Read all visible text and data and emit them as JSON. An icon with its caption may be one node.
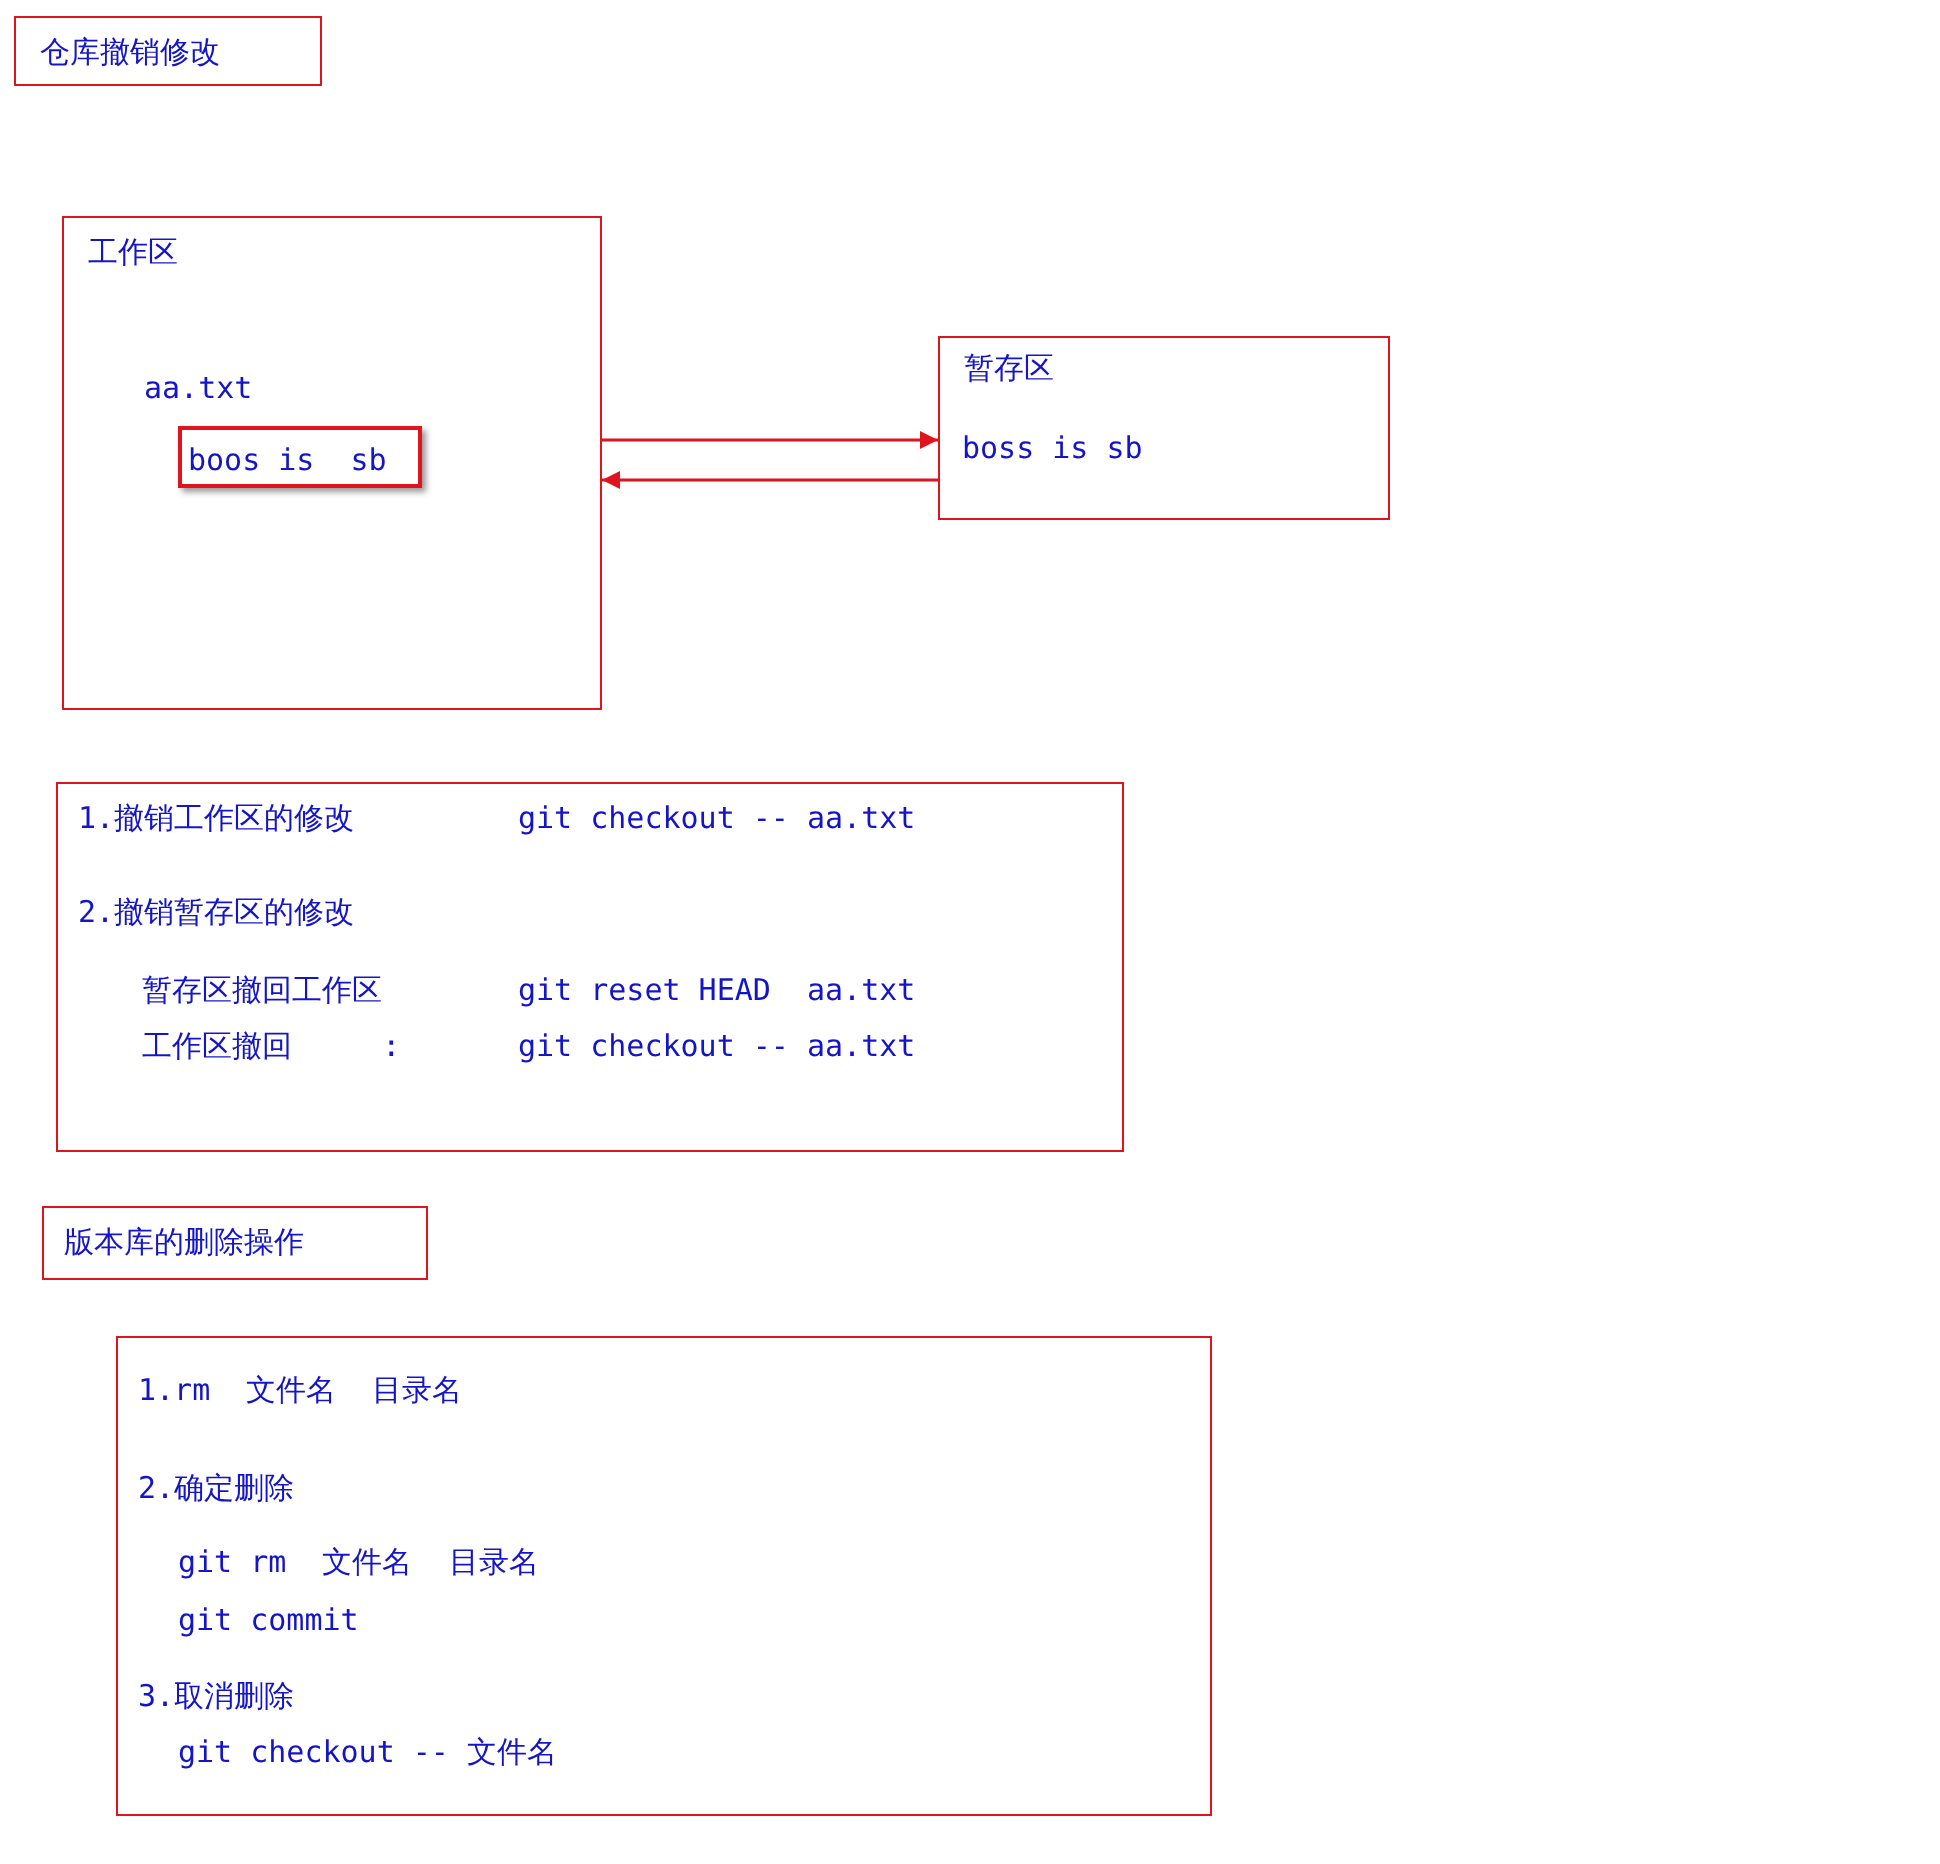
{
  "diagram": {
    "nodes": [
      {
        "text": [
          "仓库撤销修改"
        ]
      },
      {
        "text": [
          "工作区",
          "aa.txt"
        ]
      },
      {
        "text": [
          "boos is  sb"
        ],
        "in": 1
      },
      {
        "text": [
          "暂存区",
          "boss is sb"
        ]
      },
      {
        "text": [
          "1.撤销工作区的修改",
          "git checkout -- aa.txt",
          "2.撤销暂存区的修改",
          "暂存区撤回工作区",
          "git reset HEAD  aa.txt",
          "工作区撤回     :",
          "git checkout -- aa.txt"
        ]
      },
      {
        "text": [
          "版本库的删除操作"
        ]
      },
      {
        "text": [
          "1.rm  文件名  目录名",
          "2.确定删除",
          "git rm  文件名  目录名",
          "git commit",
          "3.取消删除",
          "git checkout -- 文件名"
        ]
      }
    ],
    "edges": [
      {
        "from": 1,
        "to": 3,
        "arrow": "to"
      },
      {
        "from": 3,
        "to": 1,
        "arrow": "to"
      }
    ]
  }
}
